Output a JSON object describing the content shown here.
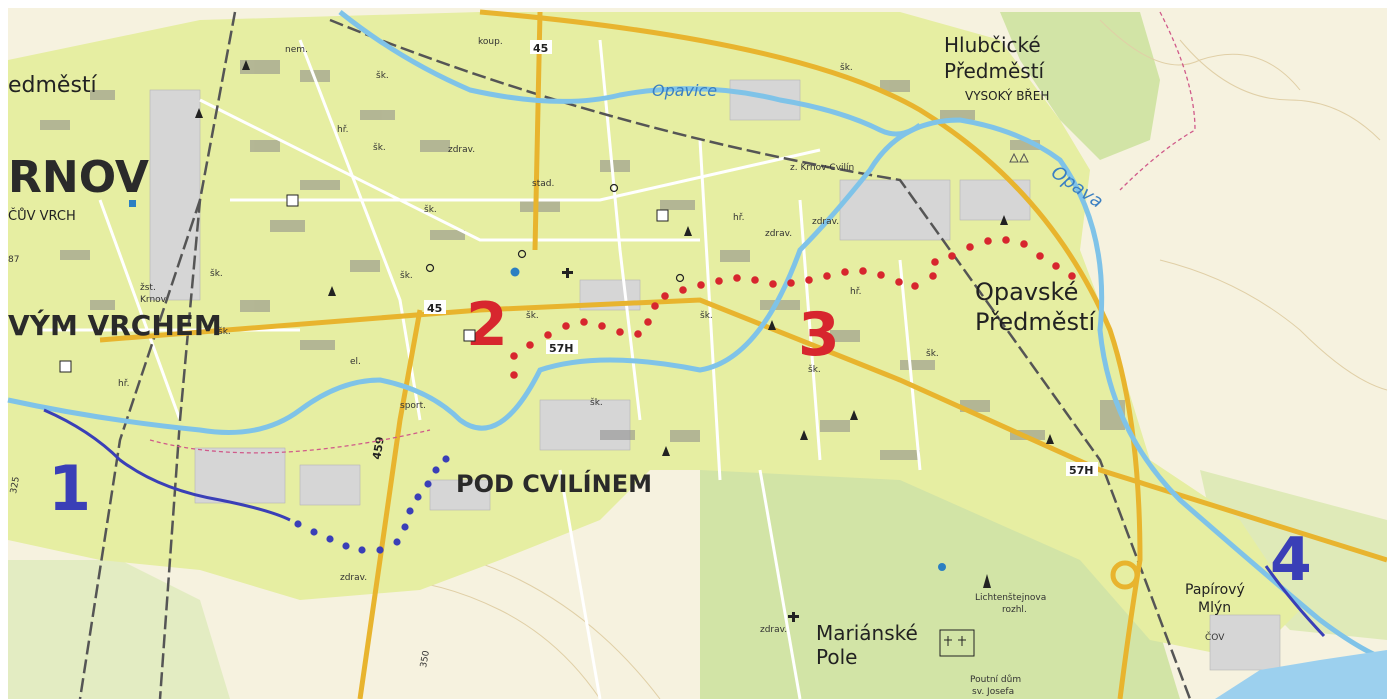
{
  "colors": {
    "built_area": "#e5eda0",
    "forest": "#cfe3a2",
    "field": "#f5f1dc",
    "industrial": "#d9d9d9",
    "river": "#7fc3e8",
    "main_road": "#f1c13c",
    "route_red": "#d7262e",
    "route_blue": "#3a3fb7"
  },
  "town_labels": {
    "krnov": "RNOV",
    "predmesti_left": "edměstí",
    "vym_vrchem": "VÝM VRCHEM",
    "cuv_vrch": "ČŮV VRCH",
    "hlubcicke": "Hlubčické",
    "hlubcicke2": "Předměstí",
    "vysoky_breh": "VYSOKÝ BŘEH",
    "opavske": "Opavské",
    "opavske2": "Předměstí",
    "pod_cvilinem": "POD CVILÍNEM",
    "marianske": "Mariánské",
    "marianske2": "Pole",
    "papirovy": "Papírový",
    "papirovy2": "Mlýn"
  },
  "rivers": {
    "opavice": "Opavice",
    "opava": "Opava"
  },
  "road_labels": {
    "r45_top": "45",
    "r45_mid": "45",
    "r57h_mid": "57H",
    "r57h_right": "57H",
    "r459": "459"
  },
  "small_labels": {
    "nem": "nem.",
    "koup": "koup.",
    "stad": "stad.",
    "zdrav1": "zdrav.",
    "zdrav2": "zdrav.",
    "zdrav3": "zdrav.",
    "zdrav4": "zdrav.",
    "zdrav5": "zdrav.",
    "sport": "sport.",
    "zst_krnov": "žst.",
    "zst_krnov2": "Krnov",
    "zst_cvilin": "z. Krnov-Cvilín",
    "lichten": "Lichtenštejnova",
    "lichten2": "rozhl.",
    "poutni": "Poutní dům",
    "poutni2": "sv. Josefa",
    "cov": "ČOV",
    "el": "el.",
    "hr1": "hř.",
    "hr2": "hř.",
    "hr3": "hř.",
    "hr4": "hř.",
    "sk1": "šk.",
    "sk2": "šk.",
    "sk3": "šk.",
    "sk4": "šk.",
    "sk5": "šk.",
    "sk6": "šk.",
    "sk7": "šk.",
    "sk8": "šk.",
    "sk9": "šk.",
    "sk10": "šk.",
    "sk11": "šk.",
    "sk12": "šk.",
    "elev_87": "87",
    "elev_325": "325",
    "elev_350": "350"
  },
  "route_markers": [
    "1",
    "2",
    "3",
    "4"
  ],
  "icons": [
    "church-icon",
    "hospital-cross-icon",
    "post-icon",
    "parking-icon",
    "info-icon",
    "lookout-tower-icon",
    "cemetery-icon",
    "forest-tree-icon"
  ]
}
